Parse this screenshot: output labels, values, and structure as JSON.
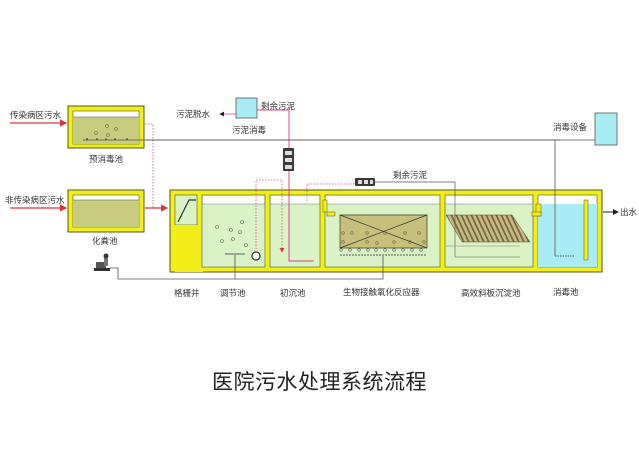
{
  "title": "医院污水处理系统流程",
  "inputs": {
    "infectious": "传染病区污水",
    "non_infectious": "非传染病区污水"
  },
  "tanks": {
    "pre_disinfection": "预消毒池",
    "septic": "化粪池",
    "screen_well": "格栅井",
    "regulating": "调节池",
    "primary_settling": "初沉池",
    "bio_contact_oxidation": "生物接触氧化反应器",
    "inclined_plate_settling": "高效斜板沉淀池",
    "disinfection": "消毒池"
  },
  "sludge": {
    "dewatering": "污泥脱水",
    "disinfection": "污泥消毒",
    "excess_sludge_1": "剩余污泥",
    "excess_sludge_2": "剩余污泥"
  },
  "equipment": {
    "disinfection_equipment": "消毒设备"
  },
  "output": "出水",
  "colors": {
    "wall": "#f2ee1a",
    "wall_border": "#55551a",
    "water_green": "#d9f2c6",
    "water_olive": "#c8cc7e",
    "water_blue": "#a9ecf5",
    "sludge_pipe": "#d9478a",
    "air_pipe": "#555555",
    "arrow_red": "#e0303a"
  }
}
